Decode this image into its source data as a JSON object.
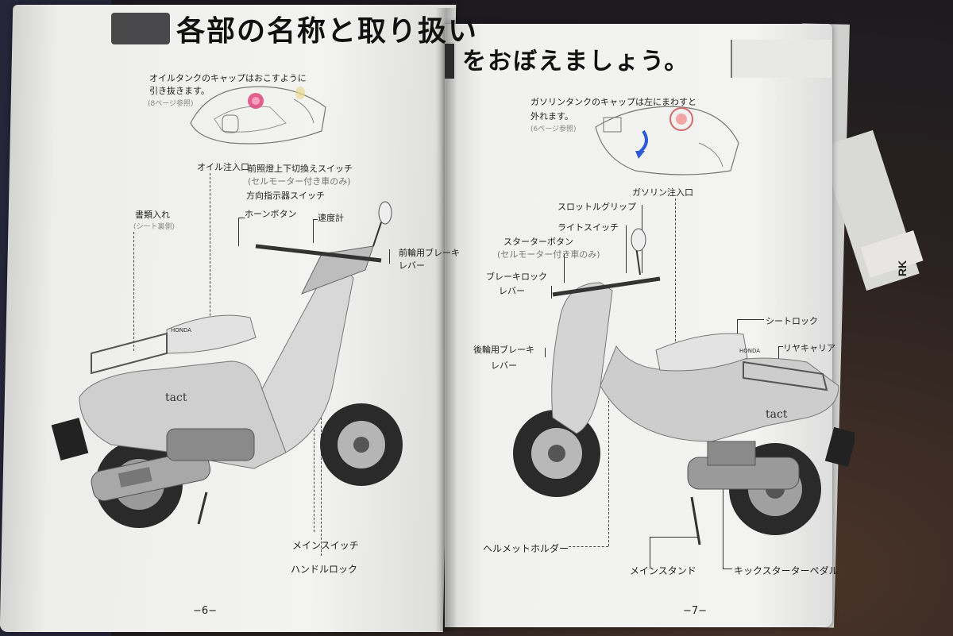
{
  "left_page": {
    "title": "各部の名称と取り扱い",
    "page_number": "−6−",
    "inset_caption": [
      "オイルタンクのキャップはおこすように",
      "引き抜きます。"
    ],
    "inset_ref": "(8ページ参照)",
    "labels": {
      "oil_inlet": "オイル注入口",
      "headlight_switch": "前照燈上下切換えスイッチ",
      "headlight_switch_note": "(セルモーター付き車のみ)",
      "turn_signal": "方向指示器スイッチ",
      "horn": "ホーンボタン",
      "document_box": "書類入れ",
      "document_box_note": "(シート裏側)",
      "speedometer": "速度計",
      "front_brake_1": "前輪用ブレーキ",
      "front_brake_2": "レバー",
      "main_switch": "メインスイッチ",
      "handle_lock": "ハンドルロック"
    },
    "scooter_logo": "tact",
    "brand": "HONDA"
  },
  "right_page": {
    "title": "をおぼえましょう。",
    "page_number": "−7−",
    "inset_caption": [
      "ガソリンタンクのキャップは左にまわすと",
      "外れます。"
    ],
    "inset_ref": "(6ページ参照)",
    "labels": {
      "fuel_inlet": "ガソリン注入口",
      "throttle": "スロットルグリップ",
      "light_switch": "ライトスイッチ",
      "starter_button": "スターターボタン",
      "starter_note": "(セルモーター付き車のみ)",
      "brake_lock_1": "ブレーキロック",
      "brake_lock_2": "レバー",
      "rear_brake_1": "後輪用ブレーキ",
      "rear_brake_2": "レバー",
      "seat_lock": "シートロック",
      "rear_carrier": "リヤキャリア",
      "helmet_holder": "ヘルメットホルダー",
      "main_stand": "メインスタンド",
      "kick_pedal": "キックスターターペダル"
    },
    "scooter_logo": "tact",
    "brand": "HONDA"
  },
  "side_sheet_label": "RK"
}
